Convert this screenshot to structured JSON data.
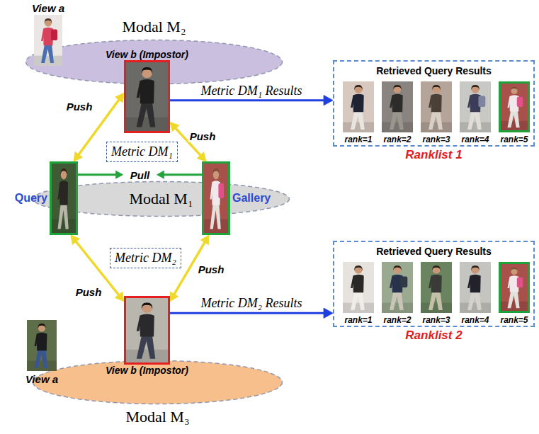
{
  "diagram": {
    "nodes": [
      {
        "text": [
          "Modal M₂"
        ]
      },
      {
        "text": [
          "View a"
        ]
      },
      {
        "text": [
          "View b (Impostor)"
        ],
        "in": 0
      },
      {
        "text": [
          "Metric DM₁"
        ]
      },
      {
        "text": [
          "Modal M₁"
        ]
      },
      {
        "text": [
          "Query"
        ],
        "in": 4
      },
      {
        "text": [
          "Gallery"
        ],
        "in": 4
      },
      {
        "text": [
          "Metric DM₂"
        ]
      },
      {
        "text": [
          "Modal M₃"
        ]
      },
      {
        "text": [
          "View a"
        ],
        "in": 8
      },
      {
        "text": [
          "View b (Impostor)"
        ],
        "in": 8
      },
      {
        "text": [
          "Retrieved Query Results",
          "Ranklist 1"
        ]
      },
      {
        "text": [
          "rank=1"
        ],
        "in": 11
      },
      {
        "text": [
          "rank=2"
        ],
        "in": 11
      },
      {
        "text": [
          "rank=3"
        ],
        "in": 11
      },
      {
        "text": [
          "rank=4"
        ],
        "in": 11
      },
      {
        "text": [
          "rank=5"
        ],
        "in": 11
      },
      {
        "text": [
          "Retrieved Query Results",
          "Ranklist 2"
        ]
      },
      {
        "text": [
          "rank=1"
        ],
        "in": 17
      },
      {
        "text": [
          "rank=2"
        ],
        "in": 17
      },
      {
        "text": [
          "rank=3"
        ],
        "in": 17
      },
      {
        "text": [
          "rank=4"
        ],
        "in": 17
      },
      {
        "text": [
          "rank=5"
        ],
        "in": 17
      }
    ],
    "edges": [
      {
        "from": 2,
        "to": 5,
        "label": "Push",
        "arrow": "both"
      },
      {
        "from": 2,
        "to": 6,
        "label": "Push",
        "arrow": "both"
      },
      {
        "from": 5,
        "to": 6,
        "label": "Pull",
        "arrow": "both"
      },
      {
        "from": 10,
        "to": 5,
        "label": "Push",
        "arrow": "both"
      },
      {
        "from": 10,
        "to": 6,
        "label": "Push",
        "arrow": "both"
      },
      {
        "from": 2,
        "to": 11,
        "label": "Metric DM₁ Results",
        "arrow": "to"
      },
      {
        "from": 10,
        "to": 17,
        "label": "Metric DM₂ Results",
        "arrow": "to"
      }
    ]
  }
}
